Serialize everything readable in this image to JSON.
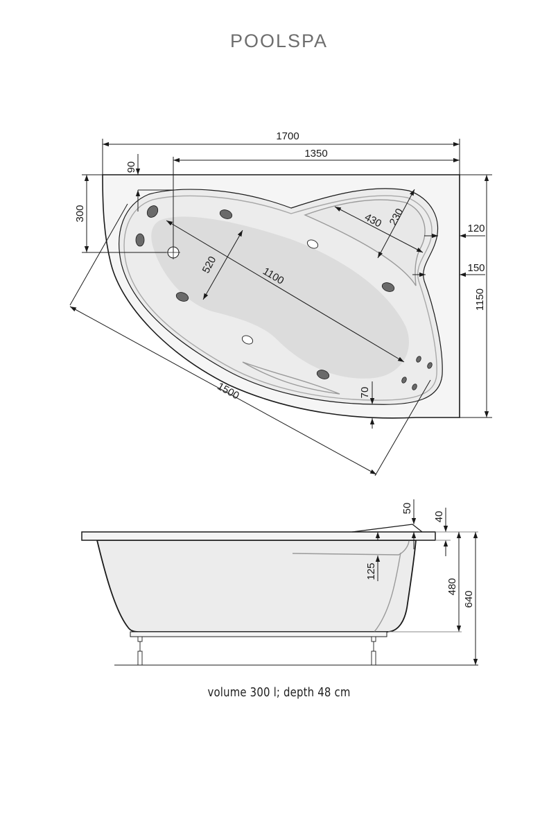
{
  "brand": {
    "name": "POOLSPA",
    "color": "#6e6e6e"
  },
  "top_view": {
    "dimensions": {
      "overall_width": "1700",
      "inner_width_from_drain": "1350",
      "rim_to_inner_top": "90",
      "drain_offset": "300",
      "overall_depth": "1150",
      "seat_offset_upper": "120",
      "seat_offset_lower": "150",
      "seat_length": "430",
      "seat_width": "230",
      "bath_length": "1100",
      "bath_width": "520",
      "rim_front": "70",
      "diagonal_side": "1500"
    },
    "features": {
      "massage_jets": 8,
      "small_jets": 4,
      "air_nozzles": 2,
      "drain": 1
    }
  },
  "side_view": {
    "dimensions": {
      "headrest_rise": "50",
      "rim_thickness": "40",
      "rim_to_overflow": "125",
      "inner_depth": "480",
      "total_height": "640"
    }
  },
  "caption": "volume 300 l; depth 48 cm",
  "colors": {
    "line": "#1a1a1a",
    "rim_fill": "#f5f5f5",
    "basin_fill": "#ececec",
    "basin_inner": "#dcdcdc",
    "jet": "#6a6a6a",
    "contour_gray": "#9a9a9a"
  }
}
